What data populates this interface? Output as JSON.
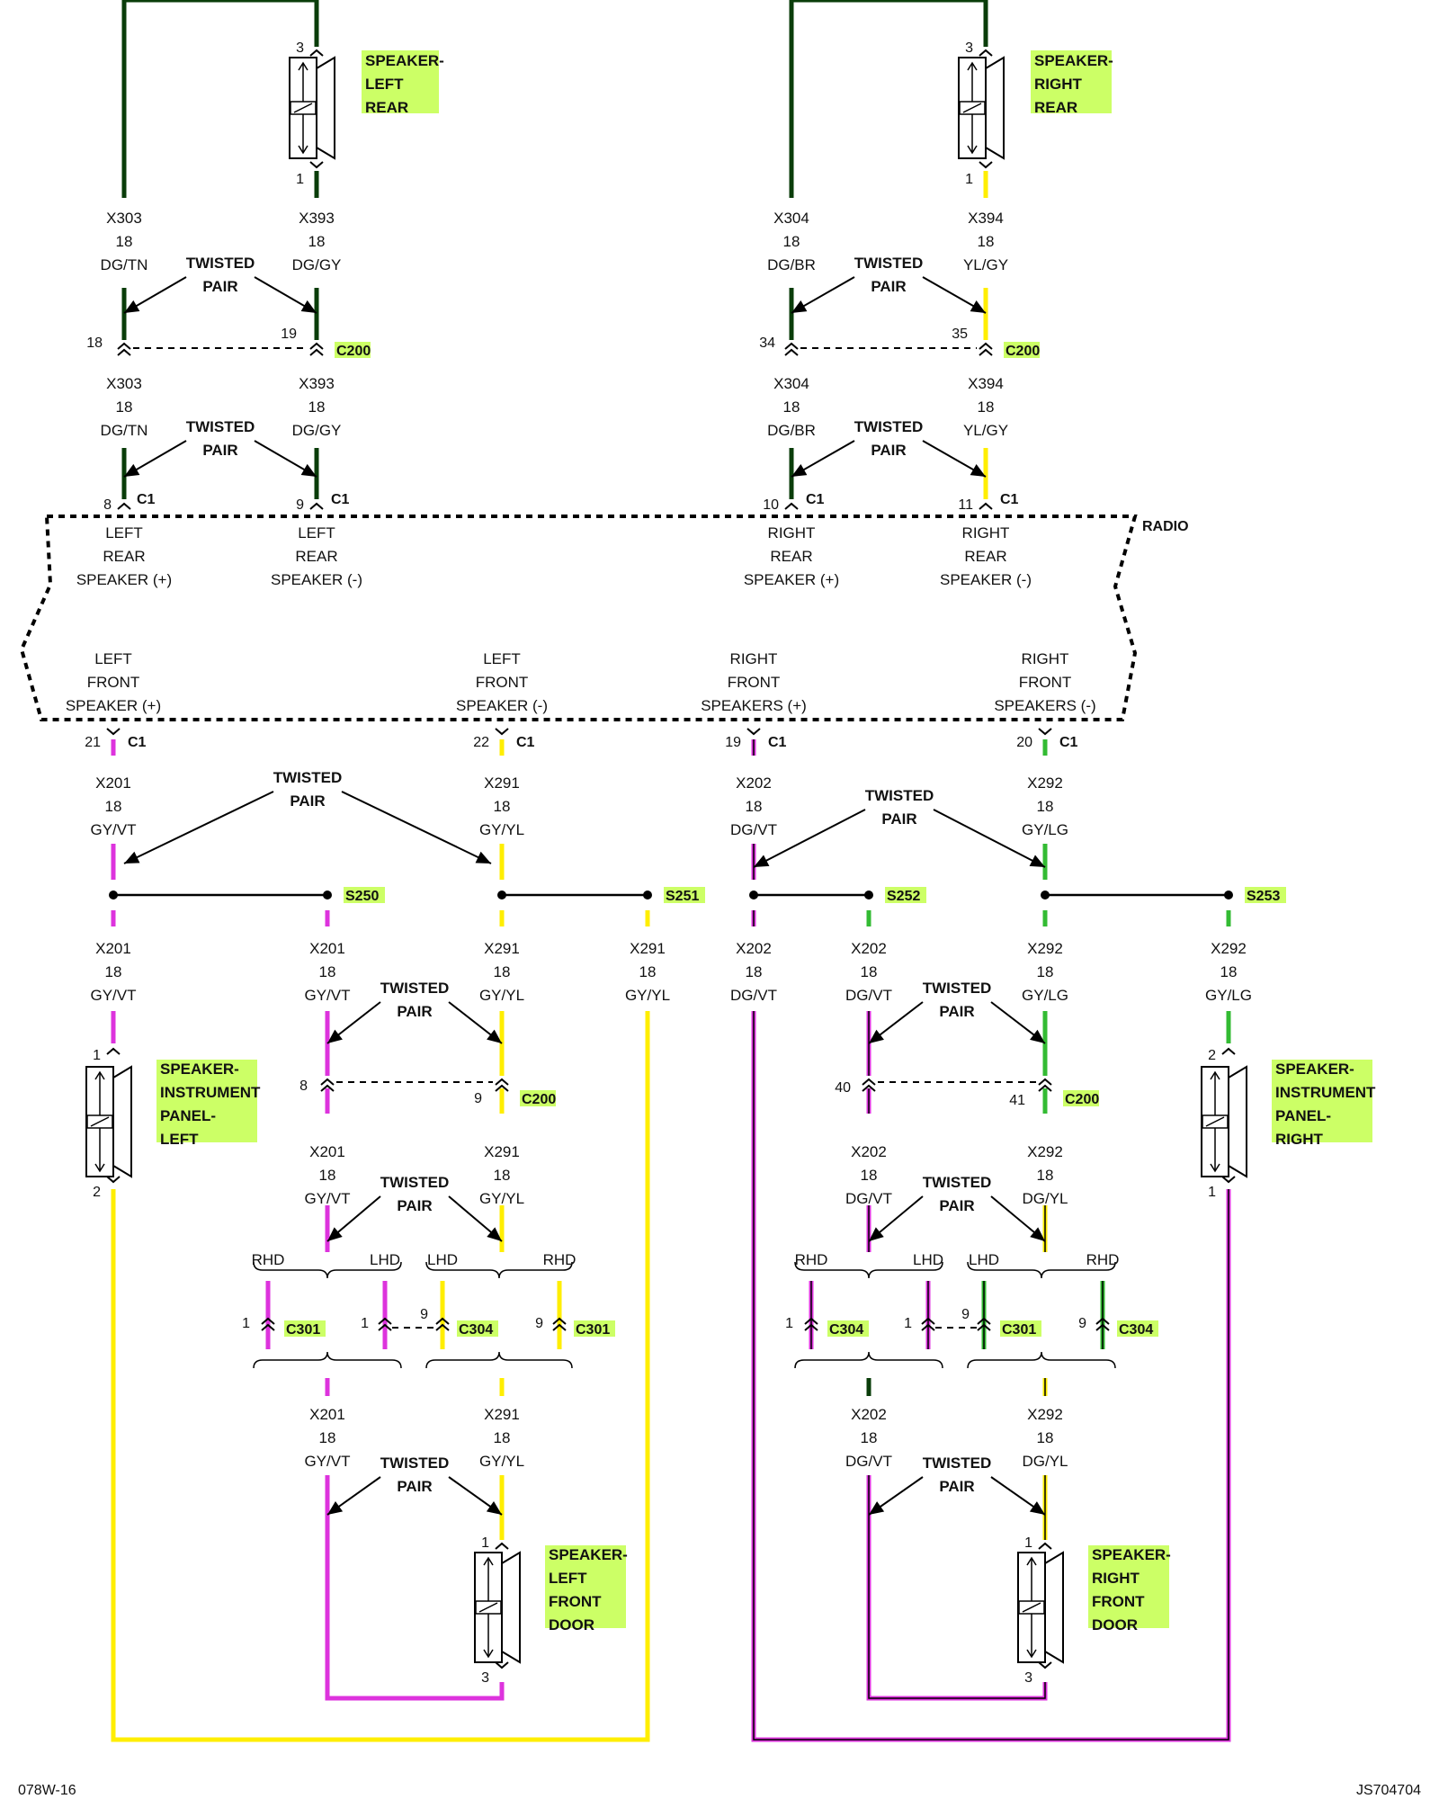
{
  "colors": {
    "dark_green": "#0a3d0a",
    "green": "#33bb33",
    "yellow": "#ffee00",
    "magenta": "#dd33dd",
    "gray": "#aaaaaa",
    "highlight": "#ccff66",
    "black": "#000000"
  },
  "speakers": {
    "left_rear": [
      "SPEAKER-",
      "LEFT",
      "REAR"
    ],
    "right_rear": [
      "SPEAKER-",
      "RIGHT",
      "REAR"
    ],
    "ip_left": [
      "SPEAKER-",
      "INSTRUMENT",
      "PANEL-",
      "LEFT"
    ],
    "ip_right": [
      "SPEAKER-",
      "INSTRUMENT",
      "PANEL-",
      "RIGHT"
    ],
    "left_front_door": [
      "SPEAKER-",
      "LEFT",
      "FRONT",
      "DOOR"
    ],
    "right_front_door": [
      "SPEAKER-",
      "RIGHT",
      "FRONT",
      "DOOR"
    ]
  },
  "radio": {
    "label": "RADIO",
    "pins_top": [
      [
        "LEFT",
        "REAR",
        "SPEAKER (+)"
      ],
      [
        "LEFT",
        "REAR",
        "SPEAKER (-)"
      ],
      [
        "RIGHT",
        "REAR",
        "SPEAKER (+)"
      ],
      [
        "RIGHT",
        "REAR",
        "SPEAKER (-)"
      ]
    ],
    "pins_bottom": [
      [
        "LEFT",
        "FRONT",
        "SPEAKER (+)"
      ],
      [
        "LEFT",
        "FRONT",
        "SPEAKER (-)"
      ],
      [
        "RIGHT",
        "FRONT",
        "SPEAKERS (+)"
      ],
      [
        "RIGHT",
        "FRONT",
        "SPEAKERS (-)"
      ]
    ]
  },
  "twisted_pair": [
    "TWISTED",
    "PAIR"
  ],
  "wires": {
    "X303": [
      "X303",
      "18",
      "DG/TN"
    ],
    "X393": [
      "X393",
      "18",
      "DG/GY"
    ],
    "X304_BR": [
      "X304",
      "18",
      "DG/BR"
    ],
    "X394": [
      "X394",
      "18",
      "YL/GY"
    ],
    "X201": [
      "X201",
      "18",
      "GY/VT"
    ],
    "X291": [
      "X291",
      "18",
      "GY/YL"
    ],
    "X202": [
      "X202",
      "18",
      "DG/VT"
    ],
    "X292_LG": [
      "X292",
      "18",
      "GY/LG"
    ],
    "X292_YL": [
      "X292",
      "18",
      "DG/YL"
    ]
  },
  "connectors": {
    "C1": "C1",
    "C200": "C200",
    "C301": "C301",
    "C304": "C304",
    "S250": "S250",
    "S251": "S251",
    "S252": "S252",
    "S253": "S253"
  },
  "rhd": "RHD",
  "lhd": "LHD",
  "pins": {
    "p1": "1",
    "p2": "2",
    "p3": "3",
    "p8": "8",
    "p9": "9",
    "p10": "10",
    "p11": "11",
    "p18": "18",
    "p19": "19",
    "p19b": "19",
    "p20": "20",
    "p21": "21",
    "p22": "22",
    "p34": "34",
    "p35": "35",
    "p40": "40",
    "p41": "41"
  },
  "footer": {
    "left": "078W-16",
    "right": "JS704704"
  }
}
